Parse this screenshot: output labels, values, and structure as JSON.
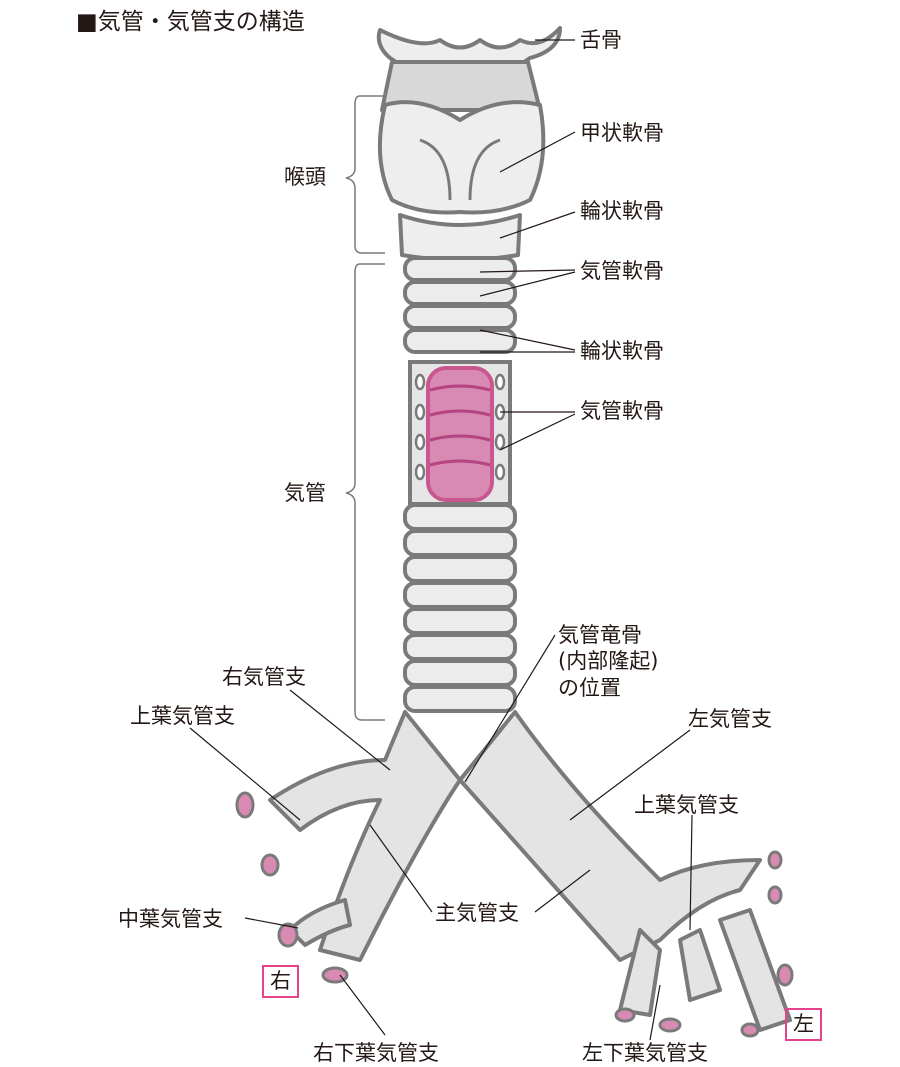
{
  "title": "■気管・気管支の構造",
  "labels": {
    "hyoid": "舌骨",
    "thyroid": "甲状軟骨",
    "cricoid": "輪状軟骨",
    "tracheal_cart1": "気管軟骨",
    "annular": "輪状軟骨",
    "tracheal_cart2": "気管軟骨",
    "larynx": "喉頭",
    "trachea": "気管",
    "carina_l1": "気管竜骨",
    "carina_l2": "(内部隆起)",
    "carina_l3": "の位置",
    "right_bronchus": "右気管支",
    "right_upper": "上葉気管支",
    "right_middle": "中葉気管支",
    "right_lower": "右下葉気管支",
    "main_bronchus": "主気管支",
    "left_bronchus": "左気管支",
    "left_upper": "上葉気管支",
    "left_lower": "左下葉気管支"
  },
  "sides": {
    "right": "右",
    "left": "左"
  },
  "colors": {
    "outline": "#7a7a7a",
    "fill": "#e3e3e3",
    "mucosa": "#c9578f",
    "side_box": "#e4428a"
  }
}
